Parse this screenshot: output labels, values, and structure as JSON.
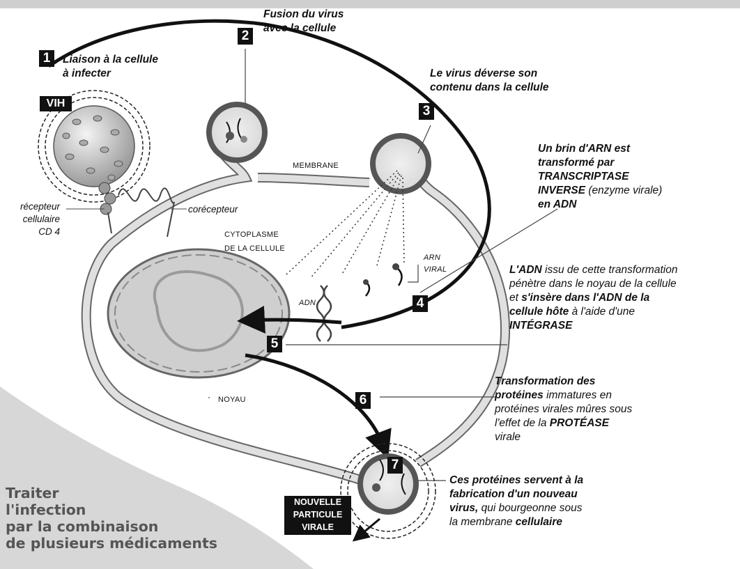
{
  "labels": {
    "step1": "Liaison à la cellule",
    "step1b": "à infecter",
    "step2": "Fusion du virus",
    "step2b": "avec la cellule",
    "step3": "Le virus déverse son",
    "step3b": "contenu dans la cellule",
    "step4_l1_b": "Un brin d'ARN",
    "step4_l1_t": " est",
    "step4_l2": "transformé par",
    "step4_l3": "TRANSCRIPTASE",
    "step4_l4_b": "INVERSE",
    "step4_l4_t": " (enzyme virale)",
    "step4_l5": "en ADN",
    "step5_l1_b": "L'ADN",
    "step5_l1_t": " issu de cette transformation",
    "step5_l2": "pénètre dans le noyau de la cellule",
    "step5_l3_t": "et ",
    "step5_l3_b": "s'insère dans l'ADN de la",
    "step5_l4_b": "cellule hôte",
    "step5_l4_t": " à l'aide d'une",
    "step5_l5": "INTÉGRASE",
    "step6_l1": "Transformation des",
    "step6_l2_b": "protéines",
    "step6_l2_t": " immatures en",
    "step6_l3": "protéines virales mûres sous",
    "step6_l4_t": "l'effet de la ",
    "step6_l4_b": "PROTÉASE",
    "step6_l5": "virale",
    "step7_l1": "Ces protéines servent à la",
    "step7_l2": "fabrication d'un nouveau",
    "step7_l3_b": "virus,",
    "step7_l3_t": " qui bourgeonne sous",
    "step7_l4_t": "la membrane ",
    "step7_l4_b": "cellulaire",
    "vih": "VIH",
    "recepteur_l1": "récepteur",
    "recepteur_l2": "cellulaire",
    "recepteur_l3": "CD 4",
    "corecepteur": "corécepteur",
    "membrane": "MEMBRANE",
    "cytoplasme_l1": "CYTOPLASME",
    "cytoplasme_l2": "DE LA CELLULE",
    "noyau": "NOYAU",
    "adn": "ADN",
    "arn_l1": "ARN",
    "arn_l2": "VIRAL",
    "nouvelle_l1": "NOUVELLE",
    "nouvelle_l2": "PARTICULE",
    "nouvelle_l3": "VIRALE",
    "corner_l1": "Traiter",
    "corner_l2": "l'infection",
    "corner_l3": "par la combinaison",
    "corner_l4": "de plusieurs médicaments"
  },
  "steps": [
    "1",
    "2",
    "3",
    "4",
    "5",
    "6",
    "7"
  ],
  "colors": {
    "badge": "#111111",
    "cell_fill": "#d9d9d9",
    "nucleus_fill": "#cfcfcf",
    "corner": "#d7d7d7"
  }
}
